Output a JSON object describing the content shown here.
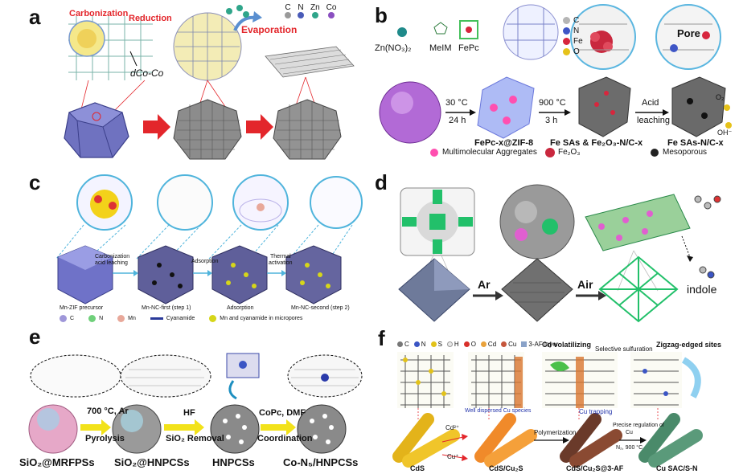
{
  "panels": {
    "a": {
      "label": "a",
      "carbonization": "Carbonization",
      "reduction": "Reduction",
      "distance": "dCo-Co",
      "evaporation": "Evaporation",
      "legend": [
        {
          "text": "C",
          "color": "#9a9a9a"
        },
        {
          "text": "N",
          "color": "#4a5bb8"
        },
        {
          "text": "Zn",
          "color": "#2fa58a"
        },
        {
          "text": "Co",
          "color": "#8a4fc0"
        }
      ],
      "accent": "#e3262b"
    },
    "b": {
      "label": "b",
      "reagents": [
        "Zn(NO₃)₂",
        "MeIM",
        "FePc"
      ],
      "legend": [
        {
          "text": "C",
          "color": "#b5b5b5"
        },
        {
          "text": "N",
          "color": "#3f56c6"
        },
        {
          "text": "Fe",
          "color": "#d7263d"
        },
        {
          "text": "O",
          "color": "#e6c21a"
        }
      ],
      "step1_top": "30 °C",
      "step1_bottom": "24 h",
      "step2_top": "900 °C",
      "step2_bottom": "3 h",
      "step3_top": "Acid",
      "step3_bottom": "leaching",
      "pore": "Pore",
      "product1": "FePc-x@ZIF-8",
      "product2": "Fe SAs & Fe₂O₃-N/C-x",
      "product3": "Fe SAs-N/C-x",
      "key1": "Multimolecular Aggregates",
      "key2": "Fe₂O₃",
      "key3": "Mesoporous",
      "o2": "O₂",
      "oh": "OH⁻"
    },
    "c": {
      "label": "c",
      "step1": "Carbonization",
      "step1b": "acid leaching",
      "step2": "Adsorption",
      "step3": "Thermal",
      "step3b": "activation",
      "cap1": "Mn-ZIF precursor",
      "cap2": "Mn-NC-first (step 1)",
      "cap3": "Adsorption",
      "cap4": "Mn-NC-second (step 2)",
      "legend": [
        {
          "text": "C",
          "color": "#9f97d9"
        },
        {
          "text": "N",
          "color": "#6fd07a"
        },
        {
          "text": "Mn",
          "color": "#e8a89a"
        },
        {
          "text": "Cyanamide",
          "color": "#2a3a9a"
        },
        {
          "text": "Mn and cyanamide in micropores",
          "color": "#d6d619"
        }
      ]
    },
    "d": {
      "label": "d",
      "ar": "Ar",
      "air": "Air",
      "indole": "indole"
    },
    "e": {
      "label": "e",
      "step1_top": "700 °C, Ar",
      "step1_bottom": "Pyrolysis",
      "step2_top": "HF",
      "step2_bottom": "SiO₂ Removal",
      "step3_top": "CoPc, DMF",
      "step3_bottom": "Coordination",
      "prod1": "SiO₂@MRFPSs",
      "prod2": "SiO₂@HNPCSs",
      "prod3": "HNPCSs",
      "prod4": "Co-N₅/HNPCSs"
    },
    "f": {
      "label": "f",
      "legend": [
        {
          "text": "C",
          "color": "#777777"
        },
        {
          "text": "N",
          "color": "#3b55c4"
        },
        {
          "text": "S",
          "color": "#e2c21a"
        },
        {
          "text": "H",
          "color": "#e8e8e8"
        },
        {
          "text": "O",
          "color": "#d8302a"
        },
        {
          "text": "Cd",
          "color": "#e9a23b"
        },
        {
          "text": "Cu",
          "color": "#c5563c"
        },
        {
          "text": "3-AF layer",
          "color": "#8aa2c8"
        }
      ],
      "cd_vol": "Cd  volatilizing",
      "sel_sulf": "Selective sulfuration",
      "zigzag": "Zigzag-edged sites",
      "well_disp": "Well dispersed Cu species",
      "cu_trap": "Cu trapping",
      "cd2": "Cd²⁺",
      "cu": "Cu⁺",
      "polymerization": "Polymerization",
      "precise1": "Precise regulation of",
      "precise2": "Cu",
      "cond": "N₂, 900 °C",
      "cap1": "CdS",
      "cap2": "CdS/Cu₂S",
      "cap3": "CdS/Cu₂S@3-AF",
      "cap4": "Cu SAC/S-N"
    }
  }
}
